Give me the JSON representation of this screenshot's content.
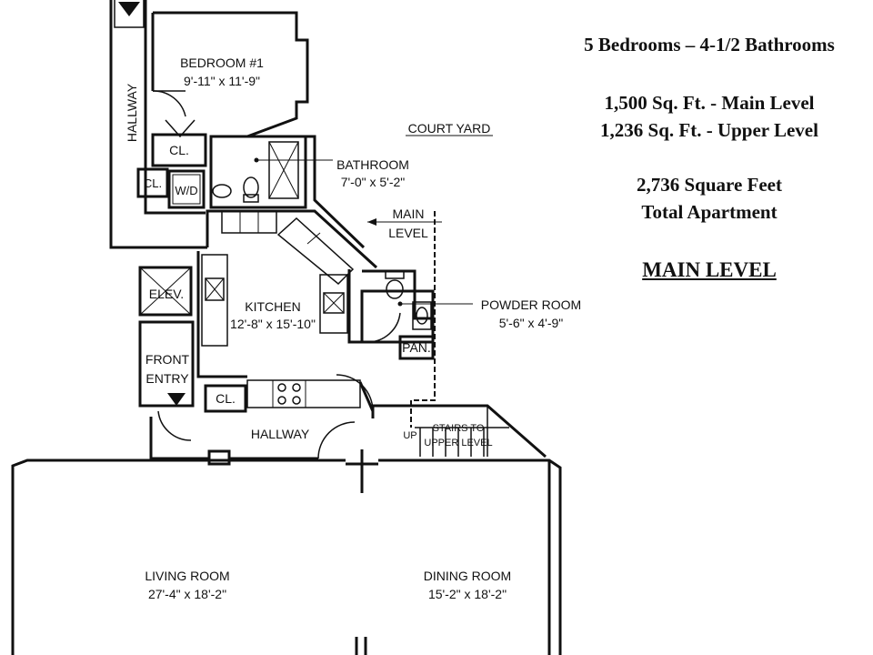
{
  "info": {
    "top_fragment": "",
    "bedrooms_baths": "5 Bedrooms – 4-1/2 Bathrooms",
    "main_sqft": "1,500 Sq. Ft. - Main Level",
    "upper_sqft": "1,236 Sq. Ft. - Upper Level",
    "total_sqft": "2,736 Square Feet",
    "total_label": "Total Apartment",
    "level_heading": "MAIN LEVEL"
  },
  "rooms": {
    "bedroom1": {
      "name": "BEDROOM #1",
      "dims": "9'-11\" x 11'-9\""
    },
    "bathroom": {
      "name": "BATHROOM",
      "dims": "7'-0\" x 5'-2\""
    },
    "kitchen": {
      "name": "KITCHEN",
      "dims": "12'-8\" x 15'-10\""
    },
    "powder": {
      "name": "POWDER ROOM",
      "dims": "5'-6\" x 4'-9\""
    },
    "living": {
      "name": "LIVING ROOM",
      "dims": "27'-4\" x 18'-2\""
    },
    "dining": {
      "name": "DINING ROOM",
      "dims": "15'-2\" x 18'-2\""
    }
  },
  "labels": {
    "hallway_vertical": "HALLWAY",
    "hallway": "HALLWAY",
    "court_yard": "COURT YARD",
    "main_level_1": "MAIN",
    "main_level_2": "LEVEL",
    "closet": "CL.",
    "washer_dryer": "W/D",
    "elevator": "ELEV.",
    "front_entry_1": "FRONT",
    "front_entry_2": "ENTRY",
    "pantry": "PAN.",
    "up": "UP",
    "stairs_1": "STAIRS TO",
    "stairs_2": "UPPER LEVEL"
  }
}
